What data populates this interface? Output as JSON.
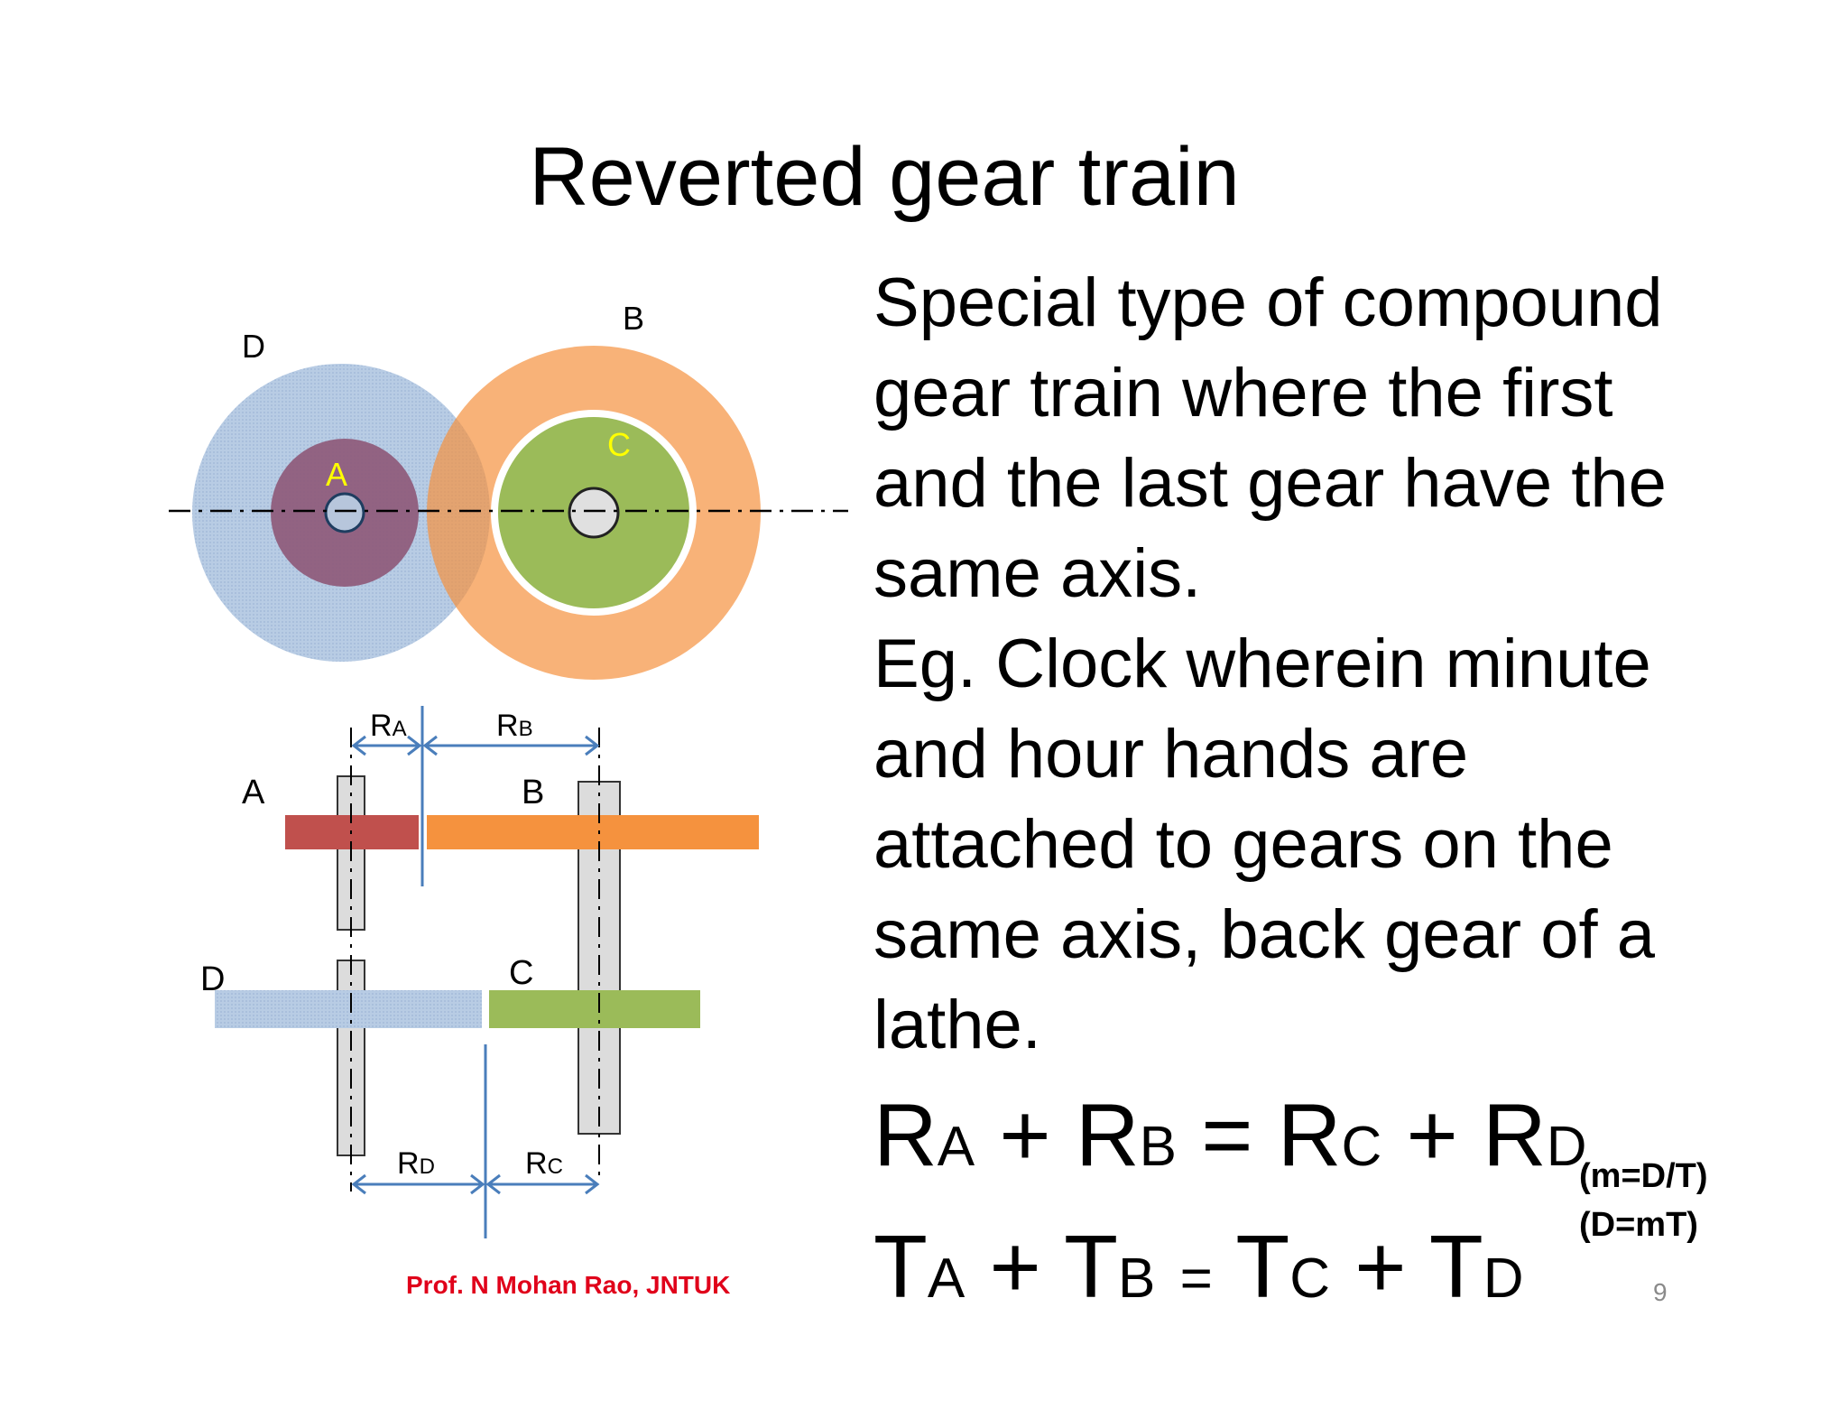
{
  "slide": {
    "title": "Reverted gear train",
    "body_lines": [
      "Special type of compound",
      "gear train where the first",
      "and the last gear have the",
      "same axis.",
      "Eg. Clock wherein minute",
      "and hour hands are",
      "attached to gears  on the",
      "same axis, back gear of a",
      "lathe."
    ],
    "equation1": {
      "t1": "R",
      "s1": "A",
      "op1": "+",
      "t2": "R",
      "s2": "B",
      "eq": "=",
      "t3": "R",
      "s3": "C",
      "op2": "+",
      "t4": "R",
      "s4": "D"
    },
    "equation2": {
      "t1": "T",
      "s1": "A",
      "op1": "+",
      "t2": "T",
      "s2": "B",
      "eq": "=",
      "t3": "T",
      "s3": "C",
      "op2": "+",
      "t4": "T",
      "s4": "D"
    },
    "notes": [
      "(m=D/T)",
      "(D=mT)"
    ],
    "page_number": "9",
    "credit": "Prof. N Mohan Rao, JNTUK"
  },
  "diagram": {
    "front_labels": {
      "d": "D",
      "b": "B",
      "a": "A",
      "c": "C"
    },
    "side_labels": {
      "a": "A",
      "b": "B",
      "d": "D",
      "c": "C"
    },
    "dimensions": {
      "ra": {
        "main": "R",
        "sub": "A"
      },
      "rb": {
        "main": "R",
        "sub": "B"
      },
      "rd": {
        "main": "R",
        "sub": "D"
      },
      "rc": {
        "main": "R",
        "sub": "C"
      }
    },
    "colors": {
      "gear_a": "#8e5a7a",
      "gear_b": "#f5923e",
      "gear_c": "#9bbb59",
      "gear_d": "#b8cce4",
      "gear_a_side": "#c0504d",
      "dimension_line": "#4a7ebb",
      "label_highlight": "#ffff00",
      "credit": "#e0001a"
    }
  }
}
